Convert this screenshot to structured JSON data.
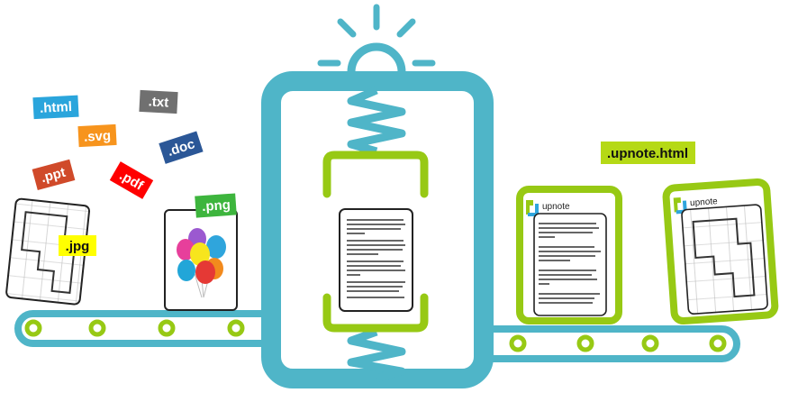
{
  "colors": {
    "teal": "#4fb5c8",
    "green": "#97c914",
    "outline": "#222222"
  },
  "tags": {
    "html": ".html",
    "svg": ".svg",
    "txt": ".txt",
    "doc": ".doc",
    "ppt": ".ppt",
    "pdf": ".pdf",
    "png": ".png",
    "jpg": ".jpg",
    "upnote_html": ".upnote.html"
  },
  "tag_colors": {
    "html": "#2aa5dc",
    "svg": "#f7941d",
    "txt": "#707070",
    "doc": "#2b5797",
    "ppt": "#d04a2a",
    "pdf": "#ff0000",
    "png": "#3db53d",
    "jpg": "#ffff00",
    "upnote_html": "#b5d916"
  },
  "brand": {
    "name": "upnote"
  }
}
